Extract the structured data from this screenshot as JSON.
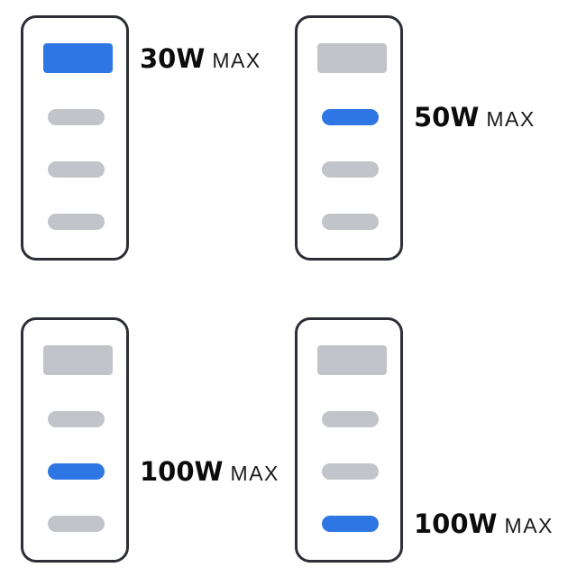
{
  "colors": {
    "active_port": "#2E76E3",
    "inactive_port": "#C1C4C8",
    "device_outline": "#2C2F36",
    "label_text": "#111111",
    "background": "#FFFFFF"
  },
  "chargers": [
    {
      "wattage": "30W",
      "suffix": "MAX",
      "active_slot": 1,
      "slots": [
        {
          "shape": "rect",
          "state": "active"
        },
        {
          "shape": "pill",
          "state": "inactive"
        },
        {
          "shape": "pill",
          "state": "inactive"
        },
        {
          "shape": "pill",
          "state": "inactive"
        }
      ]
    },
    {
      "wattage": "50W",
      "suffix": "MAX",
      "active_slot": 2,
      "slots": [
        {
          "shape": "rect",
          "state": "inactive"
        },
        {
          "shape": "pill",
          "state": "active"
        },
        {
          "shape": "pill",
          "state": "inactive"
        },
        {
          "shape": "pill",
          "state": "inactive"
        }
      ]
    },
    {
      "wattage": "100W",
      "suffix": "MAX",
      "active_slot": 3,
      "slots": [
        {
          "shape": "rect",
          "state": "inactive"
        },
        {
          "shape": "pill",
          "state": "inactive"
        },
        {
          "shape": "pill",
          "state": "active"
        },
        {
          "shape": "pill",
          "state": "inactive"
        }
      ]
    },
    {
      "wattage": "100W",
      "suffix": "MAX",
      "active_slot": 4,
      "slots": [
        {
          "shape": "rect",
          "state": "inactive"
        },
        {
          "shape": "pill",
          "state": "inactive"
        },
        {
          "shape": "pill",
          "state": "inactive"
        },
        {
          "shape": "pill",
          "state": "active"
        }
      ]
    }
  ]
}
